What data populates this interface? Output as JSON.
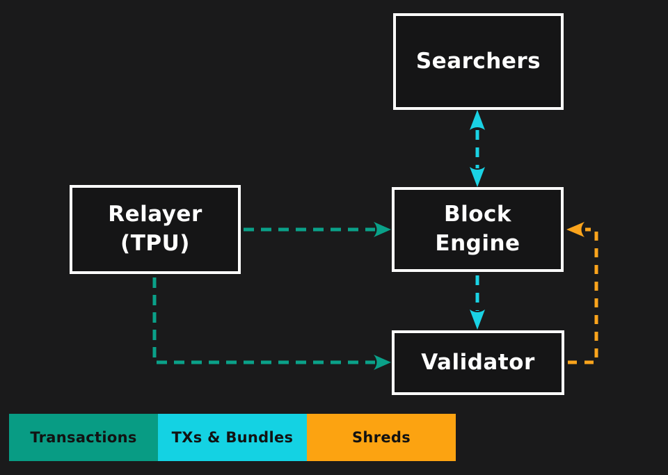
{
  "diagram": {
    "nodes": {
      "searchers": {
        "label": "Searchers"
      },
      "relayer": {
        "label": "Relayer\n(TPU)"
      },
      "block_engine": {
        "label": "Block\nEngine"
      },
      "validator": {
        "label": "Validator"
      }
    },
    "edges": [
      {
        "from": "searchers",
        "to": "block_engine",
        "direction": "bidirectional",
        "type": "txs_bundles",
        "style": "dashed"
      },
      {
        "from": "relayer",
        "to": "block_engine",
        "direction": "one-way",
        "type": "transactions",
        "style": "dashed"
      },
      {
        "from": "relayer",
        "to": "validator",
        "direction": "one-way",
        "type": "transactions",
        "style": "dashed"
      },
      {
        "from": "block_engine",
        "to": "validator",
        "direction": "one-way",
        "type": "txs_bundles",
        "style": "dashed"
      },
      {
        "from": "validator",
        "to": "block_engine",
        "direction": "one-way",
        "type": "shreds",
        "style": "dashed"
      }
    ]
  },
  "legend": {
    "items": [
      {
        "label": "Transactions",
        "color": "#089c84"
      },
      {
        "label": "TXs & Bundles",
        "color": "#14d2e3"
      },
      {
        "label": "Shreds",
        "color": "#fca311"
      }
    ]
  },
  "colors": {
    "transactions": "#0aa189",
    "txs_bundles": "#1ad2e4",
    "shreds": "#fba41c",
    "background": "#1a1a1b",
    "box_border": "#ffffff",
    "box_fill": "#151516",
    "label_text": "#ffffff",
    "legend_text": "#121212"
  }
}
